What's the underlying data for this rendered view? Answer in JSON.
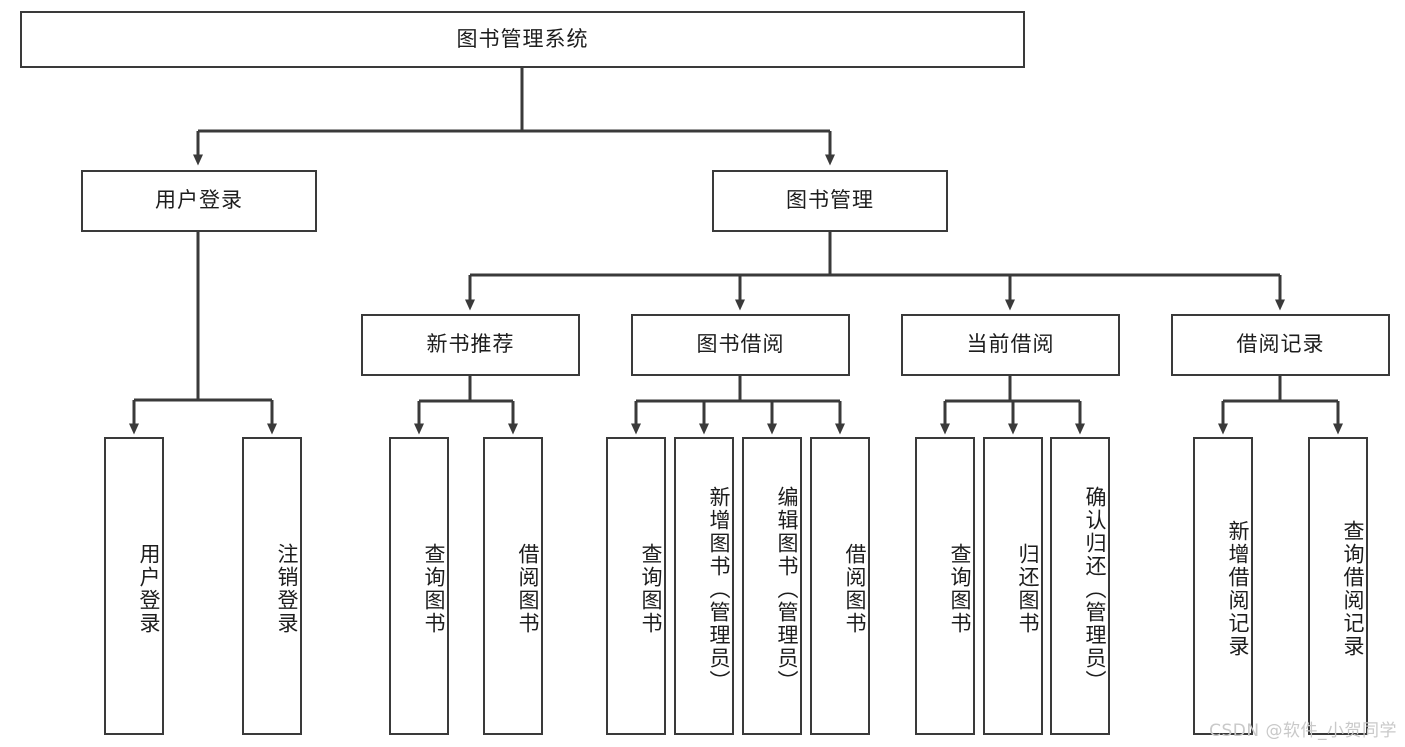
{
  "diagram": {
    "type": "tree-hierarchy",
    "title": "图书管理系统",
    "root": {
      "label": "图书管理系统"
    },
    "level2": [
      {
        "label": "用户登录"
      },
      {
        "label": "图书管理"
      }
    ],
    "level3": [
      {
        "label": "新书推荐"
      },
      {
        "label": "图书借阅"
      },
      {
        "label": "当前借阅"
      },
      {
        "label": "借阅记录"
      }
    ],
    "leaves": {
      "user_login": [
        {
          "label": "用户登录"
        },
        {
          "label": "注销登录"
        }
      ],
      "new_book_recommend": [
        {
          "label": "查询图书"
        },
        {
          "label": "借阅图书"
        }
      ],
      "book_borrow": [
        {
          "label": "查询图书"
        },
        {
          "label": "新增图书（管理员）"
        },
        {
          "label": "编辑图书（管理员）"
        },
        {
          "label": "借阅图书"
        }
      ],
      "current_borrow": [
        {
          "label": "查询图书"
        },
        {
          "label": "归还图书"
        },
        {
          "label": "确认归还（管理员）"
        }
      ],
      "borrow_record": [
        {
          "label": "新增借阅记录"
        },
        {
          "label": "查询借阅记录"
        }
      ]
    },
    "colors": {
      "stroke": "#3a3a3a",
      "text": "#1d1d1d",
      "background": "#ffffff",
      "watermark": "#c9c9c9"
    }
  },
  "watermark": {
    "text": "CSDN @软件_小贺同学"
  }
}
